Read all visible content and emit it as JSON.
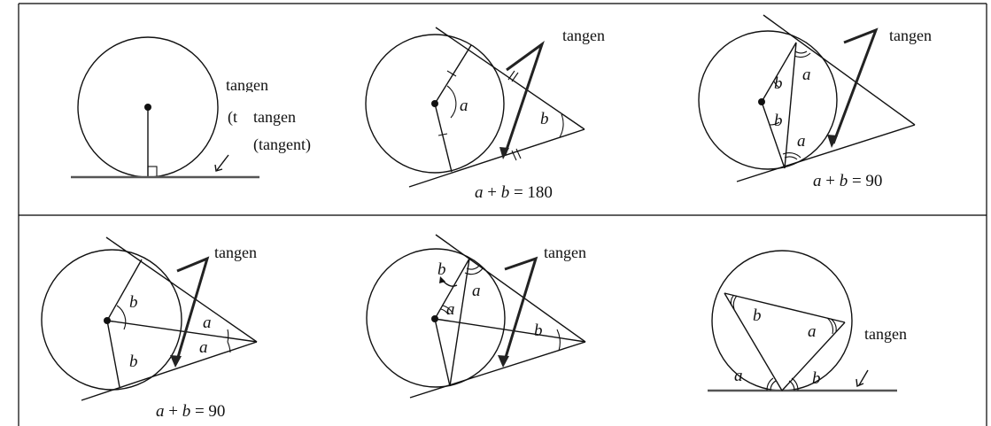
{
  "labels": {
    "tangen": "tangen",
    "tangent": "(tangent)",
    "tangen_t": "(t",
    "a": "a",
    "b": "b"
  },
  "equations": {
    "e1_lhs": "a",
    "e1_op": " + ",
    "e1_b": "b",
    "e1_rhs": " = 180",
    "e2_lhs": "a",
    "e2_op": " + ",
    "e2_b": "b",
    "e2_rhs": " = 90",
    "e3_lhs": "a",
    "e3_op": " + ",
    "e3_b": "b",
    "e3_rhs": " = 90"
  },
  "colors": {
    "line": "#111111",
    "border": "#000000",
    "tangent_line": "#555555"
  }
}
